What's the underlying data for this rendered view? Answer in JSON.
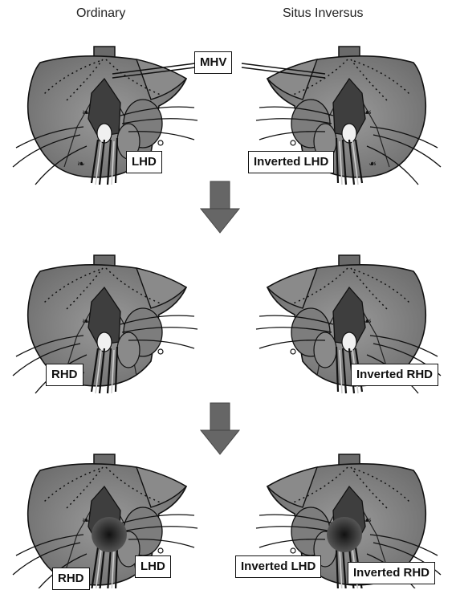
{
  "headers": {
    "left": "Ordinary",
    "right": "Situs Inversus"
  },
  "labels": {
    "mhv": "MHV",
    "r1_left": "LHD",
    "r1_right": "Inverted LHD",
    "r2_left": "RHD",
    "r2_right": "Inverted RHD",
    "r3_left_a": "RHD",
    "r3_left_b": "LHD",
    "r3_right_a": "Inverted LHD",
    "r3_right_b": "Inverted RHD"
  },
  "colors": {
    "liver_fill": "#7a7a7a",
    "liver_dark": "#4a4a4a",
    "arrow": "#666666",
    "outline": "#111111"
  }
}
